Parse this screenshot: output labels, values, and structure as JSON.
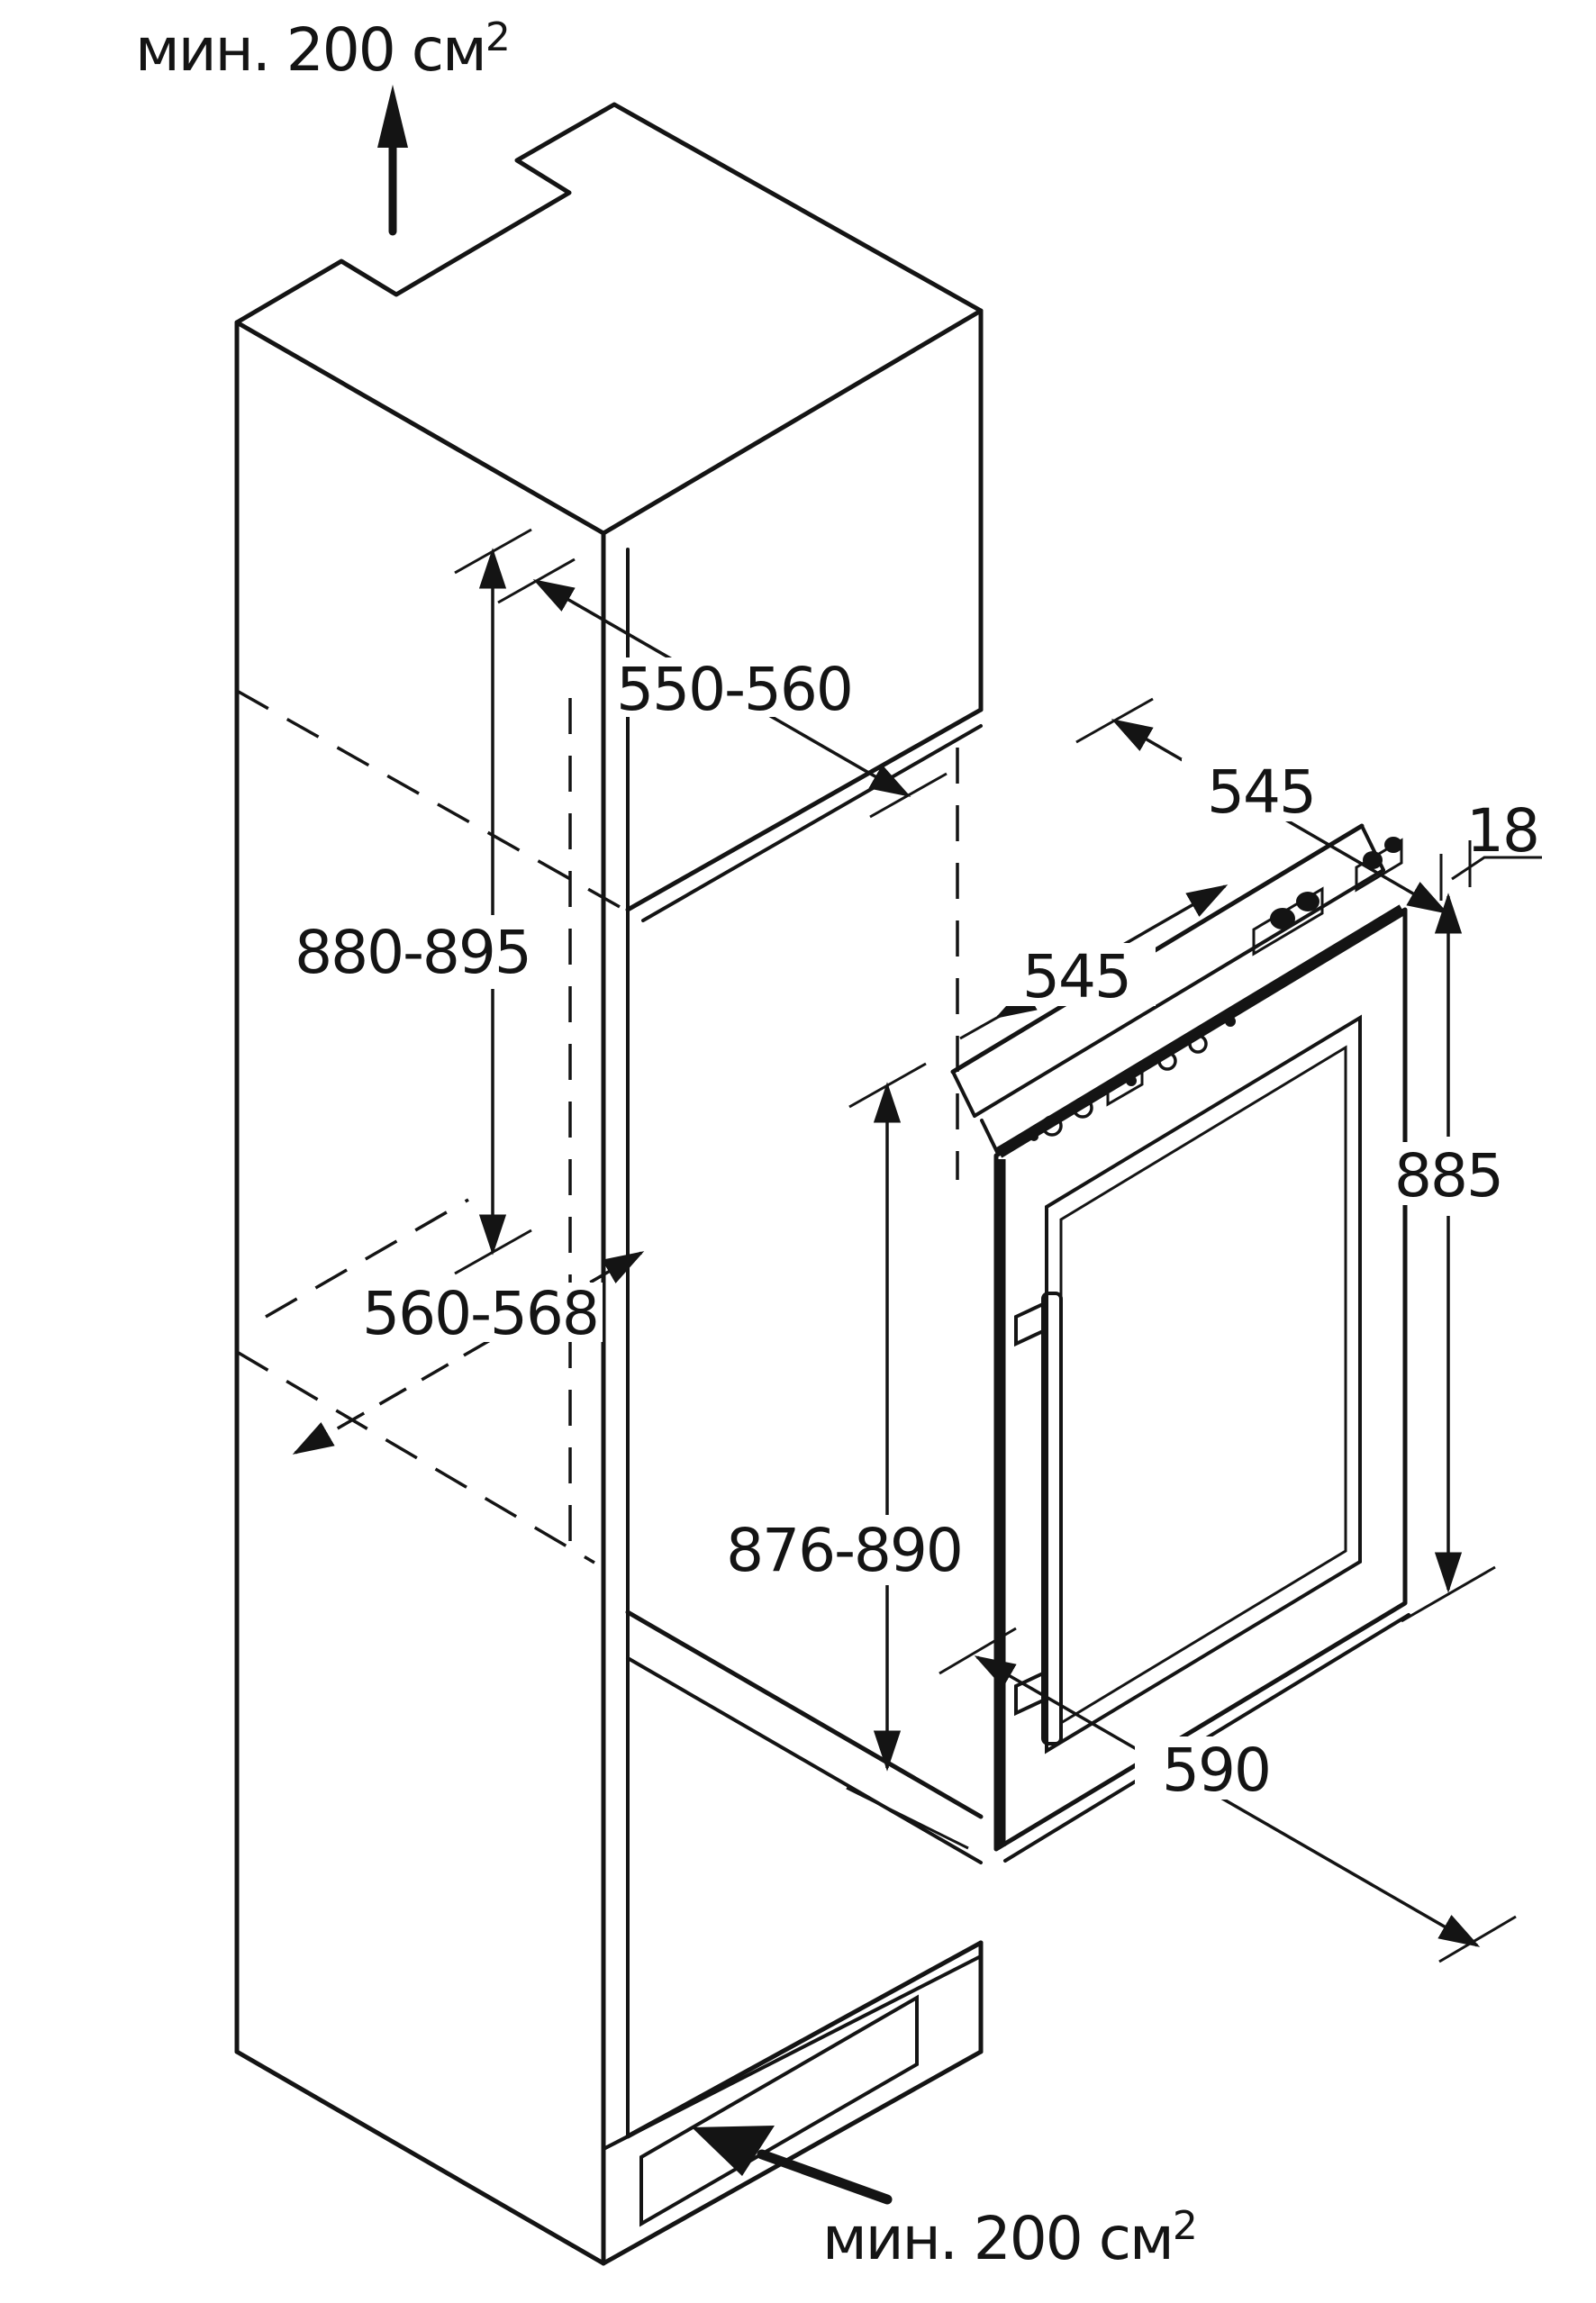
{
  "diagram": {
    "type": "installation-dimensions-drawing",
    "colors": {
      "line": "#141414",
      "background": "#ffffff"
    },
    "vent_top": {
      "text": "мин. 200 см",
      "sup": "2"
    },
    "vent_bottom": {
      "text": "мин. 200 см",
      "sup": "2"
    },
    "dimensions": {
      "niche_width_top": "550-560",
      "niche_height_upper": "880-895",
      "niche_depth": "560-568",
      "niche_height_lower": "876-890",
      "appliance_depth_body": "545",
      "appliance_width_top": "545",
      "door_overlay": "18",
      "appliance_height": "885",
      "appliance_depth_total": "590"
    }
  }
}
